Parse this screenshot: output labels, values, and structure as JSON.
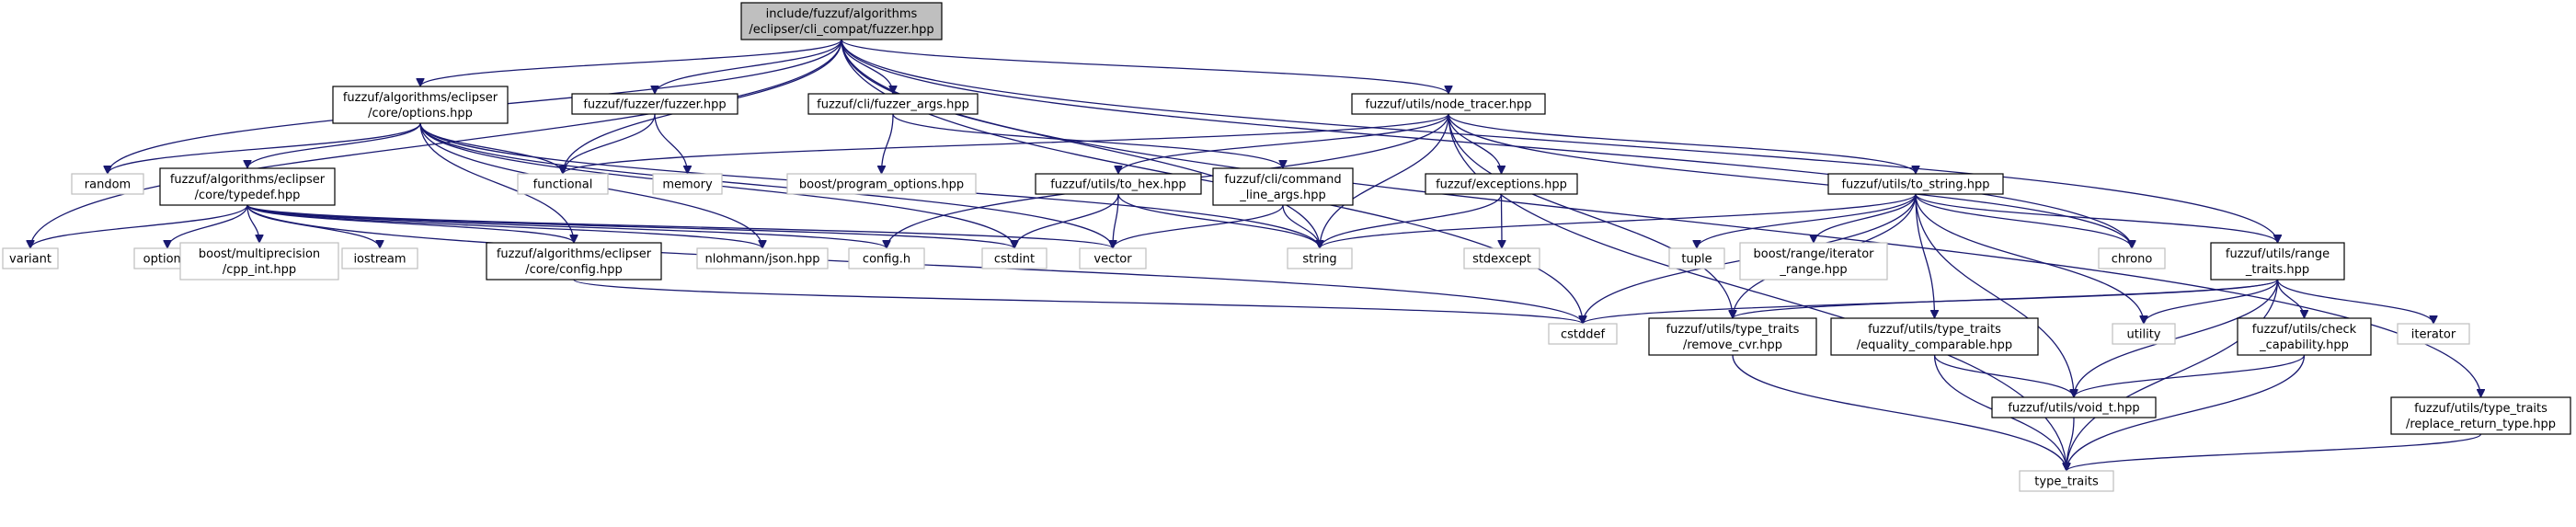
{
  "colors": {
    "edge": "#191970",
    "root_fill": "#bfbfbf",
    "doc_border": "#000000",
    "sys_border": "#bfbfbf"
  },
  "nodes": [
    {
      "id": "root",
      "kind": "root",
      "lines": [
        "include/fuzzuf/algorithms",
        "/eclipser/cli_compat/fuzzer.hpp"
      ]
    },
    {
      "id": "variant",
      "kind": "sys",
      "lines": [
        "variant"
      ]
    },
    {
      "id": "random",
      "kind": "sys",
      "lines": [
        "random"
      ]
    },
    {
      "id": "options",
      "kind": "doc",
      "lines": [
        "fuzzuf/algorithms/eclipser",
        "/core/options.hpp"
      ]
    },
    {
      "id": "functional",
      "kind": "sys",
      "lines": [
        "functional"
      ]
    },
    {
      "id": "fuzzer",
      "kind": "doc",
      "lines": [
        "fuzzuf/fuzzer/fuzzer.hpp"
      ]
    },
    {
      "id": "memory",
      "kind": "sys",
      "lines": [
        "memory"
      ]
    },
    {
      "id": "fuzzer_args",
      "kind": "doc",
      "lines": [
        "fuzzuf/cli/fuzzer_args.hpp"
      ]
    },
    {
      "id": "boost_po",
      "kind": "sys",
      "lines": [
        "boost/program_options.hpp"
      ]
    },
    {
      "id": "node_tracer",
      "kind": "doc",
      "lines": [
        "fuzzuf/utils/node_tracer.hpp"
      ]
    },
    {
      "id": "typedef",
      "kind": "doc",
      "lines": [
        "fuzzuf/algorithms/eclipser",
        "/core/typedef.hpp"
      ]
    },
    {
      "id": "optional",
      "kind": "sys",
      "lines": [
        "optional"
      ]
    },
    {
      "id": "boost_mp",
      "kind": "sys",
      "lines": [
        "boost/multiprecision",
        "/cpp_int.hpp"
      ]
    },
    {
      "id": "iostream",
      "kind": "sys",
      "lines": [
        "iostream"
      ]
    },
    {
      "id": "config_hpp",
      "kind": "doc",
      "lines": [
        "fuzzuf/algorithms/eclipser",
        "/core/config.hpp"
      ]
    },
    {
      "id": "json",
      "kind": "sys",
      "lines": [
        "nlohmann/json.hpp"
      ]
    },
    {
      "id": "config_h",
      "kind": "sys",
      "lines": [
        "config.h"
      ]
    },
    {
      "id": "cstdint",
      "kind": "sys",
      "lines": [
        "cstdint"
      ]
    },
    {
      "id": "vector",
      "kind": "sys",
      "lines": [
        "vector"
      ]
    },
    {
      "id": "to_hex",
      "kind": "doc",
      "lines": [
        "fuzzuf/utils/to_hex.hpp"
      ]
    },
    {
      "id": "cmd_args",
      "kind": "doc",
      "lines": [
        "fuzzuf/cli/command",
        "_line_args.hpp"
      ]
    },
    {
      "id": "string",
      "kind": "sys",
      "lines": [
        "string"
      ]
    },
    {
      "id": "exceptions",
      "kind": "doc",
      "lines": [
        "fuzzuf/exceptions.hpp"
      ]
    },
    {
      "id": "stdexcept",
      "kind": "sys",
      "lines": [
        "stdexcept"
      ]
    },
    {
      "id": "to_string",
      "kind": "doc",
      "lines": [
        "fuzzuf/utils/to_string.hpp"
      ]
    },
    {
      "id": "tuple",
      "kind": "sys",
      "lines": [
        "tuple"
      ]
    },
    {
      "id": "boost_range",
      "kind": "sys",
      "lines": [
        "boost/range/iterator",
        "_range.hpp"
      ]
    },
    {
      "id": "chrono",
      "kind": "sys",
      "lines": [
        "chrono"
      ]
    },
    {
      "id": "range_traits",
      "kind": "doc",
      "lines": [
        "fuzzuf/utils/range",
        "_traits.hpp"
      ]
    },
    {
      "id": "cstddef",
      "kind": "sys",
      "lines": [
        "cstddef"
      ]
    },
    {
      "id": "remove_cvr",
      "kind": "doc",
      "lines": [
        "fuzzuf/utils/type_traits",
        "/remove_cvr.hpp"
      ]
    },
    {
      "id": "equality",
      "kind": "doc",
      "lines": [
        "fuzzuf/utils/type_traits",
        "/equality_comparable.hpp"
      ]
    },
    {
      "id": "utility",
      "kind": "sys",
      "lines": [
        "utility"
      ]
    },
    {
      "id": "check_cap",
      "kind": "doc",
      "lines": [
        "fuzzuf/utils/check",
        "_capability.hpp"
      ]
    },
    {
      "id": "iterator",
      "kind": "sys",
      "lines": [
        "iterator"
      ]
    },
    {
      "id": "void_t",
      "kind": "doc",
      "lines": [
        "fuzzuf/utils/void_t.hpp"
      ]
    },
    {
      "id": "replace_ret",
      "kind": "doc",
      "lines": [
        "fuzzuf/utils/type_traits",
        "/replace_return_type.hpp"
      ]
    },
    {
      "id": "type_traits",
      "kind": "sys",
      "lines": [
        "type_traits"
      ]
    }
  ],
  "edges": [
    [
      "root",
      "variant"
    ],
    [
      "root",
      "random"
    ],
    [
      "root",
      "options"
    ],
    [
      "root",
      "functional"
    ],
    [
      "root",
      "fuzzer"
    ],
    [
      "root",
      "fuzzer_args"
    ],
    [
      "root",
      "node_tracer"
    ],
    [
      "root",
      "string"
    ],
    [
      "root",
      "chrono"
    ],
    [
      "root",
      "range_traits"
    ],
    [
      "root",
      "cstddef"
    ],
    [
      "root",
      "replace_ret"
    ],
    [
      "options",
      "random"
    ],
    [
      "options",
      "functional"
    ],
    [
      "options",
      "typedef"
    ],
    [
      "options",
      "config_hpp"
    ],
    [
      "options",
      "json"
    ],
    [
      "options",
      "vector"
    ],
    [
      "options",
      "cstdint"
    ],
    [
      "options",
      "string"
    ],
    [
      "fuzzer",
      "functional"
    ],
    [
      "fuzzer",
      "memory"
    ],
    [
      "fuzzer_args",
      "boost_po"
    ],
    [
      "fuzzer_args",
      "cmd_args"
    ],
    [
      "node_tracer",
      "functional"
    ],
    [
      "node_tracer",
      "config_h"
    ],
    [
      "node_tracer",
      "to_hex"
    ],
    [
      "node_tracer",
      "string"
    ],
    [
      "node_tracer",
      "exceptions"
    ],
    [
      "node_tracer",
      "to_string"
    ],
    [
      "node_tracer",
      "chrono"
    ],
    [
      "node_tracer",
      "remove_cvr"
    ],
    [
      "node_tracer",
      "type_traits"
    ],
    [
      "typedef",
      "variant"
    ],
    [
      "typedef",
      "optional"
    ],
    [
      "typedef",
      "boost_mp"
    ],
    [
      "typedef",
      "iostream"
    ],
    [
      "typedef",
      "config_hpp"
    ],
    [
      "typedef",
      "json"
    ],
    [
      "typedef",
      "config_h"
    ],
    [
      "typedef",
      "cstdint"
    ],
    [
      "typedef",
      "vector"
    ],
    [
      "typedef",
      "cstddef"
    ],
    [
      "config_hpp",
      "cstddef"
    ],
    [
      "to_hex",
      "cstdint"
    ],
    [
      "to_hex",
      "vector"
    ],
    [
      "to_hex",
      "string"
    ],
    [
      "cmd_args",
      "vector"
    ],
    [
      "cmd_args",
      "string"
    ],
    [
      "exceptions",
      "string"
    ],
    [
      "exceptions",
      "stdexcept"
    ],
    [
      "to_string",
      "string"
    ],
    [
      "to_string",
      "tuple"
    ],
    [
      "to_string",
      "boost_range"
    ],
    [
      "to_string",
      "chrono"
    ],
    [
      "to_string",
      "range_traits"
    ],
    [
      "to_string",
      "cstddef"
    ],
    [
      "to_string",
      "remove_cvr"
    ],
    [
      "to_string",
      "equality"
    ],
    [
      "to_string",
      "utility"
    ],
    [
      "to_string",
      "void_t"
    ],
    [
      "range_traits",
      "cstddef"
    ],
    [
      "range_traits",
      "remove_cvr"
    ],
    [
      "range_traits",
      "utility"
    ],
    [
      "range_traits",
      "check_cap"
    ],
    [
      "range_traits",
      "iterator"
    ],
    [
      "range_traits",
      "void_t"
    ],
    [
      "range_traits",
      "type_traits"
    ],
    [
      "remove_cvr",
      "type_traits"
    ],
    [
      "equality",
      "void_t"
    ],
    [
      "equality",
      "type_traits"
    ],
    [
      "check_cap",
      "void_t"
    ],
    [
      "check_cap",
      "type_traits"
    ],
    [
      "void_t",
      "type_traits"
    ],
    [
      "replace_ret",
      "type_traits"
    ]
  ]
}
